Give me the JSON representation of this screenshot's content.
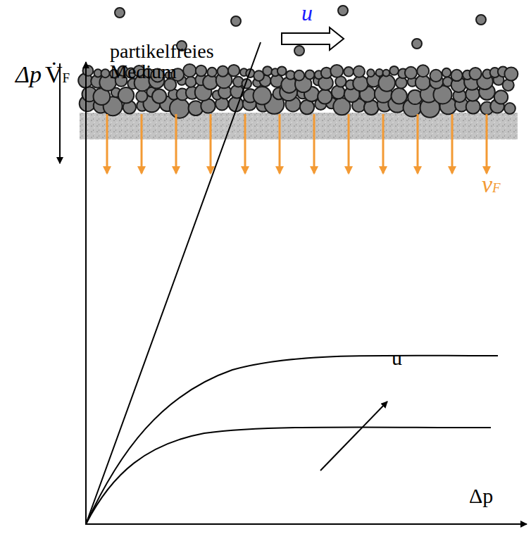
{
  "diagram": {
    "labels": [
      "u",
      "Δp",
      "vF",
      "V̇F",
      "partikelfreies Medium",
      "u",
      "Δp"
    ]
  }
}
